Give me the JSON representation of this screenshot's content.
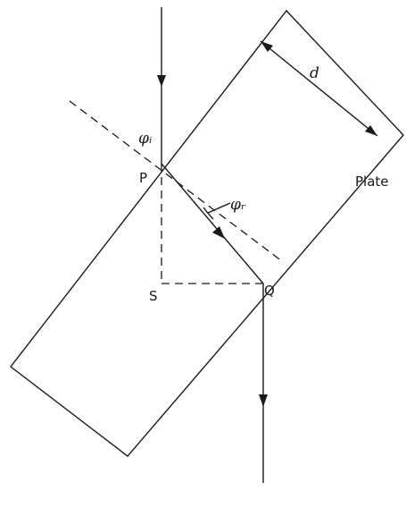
{
  "labels": {
    "phi_i": "φᵢ",
    "phi_r": "φᵣ",
    "point_p": "P",
    "point_q": "Q",
    "point_s": "S",
    "thickness": "d",
    "plate": "Plate"
  }
}
